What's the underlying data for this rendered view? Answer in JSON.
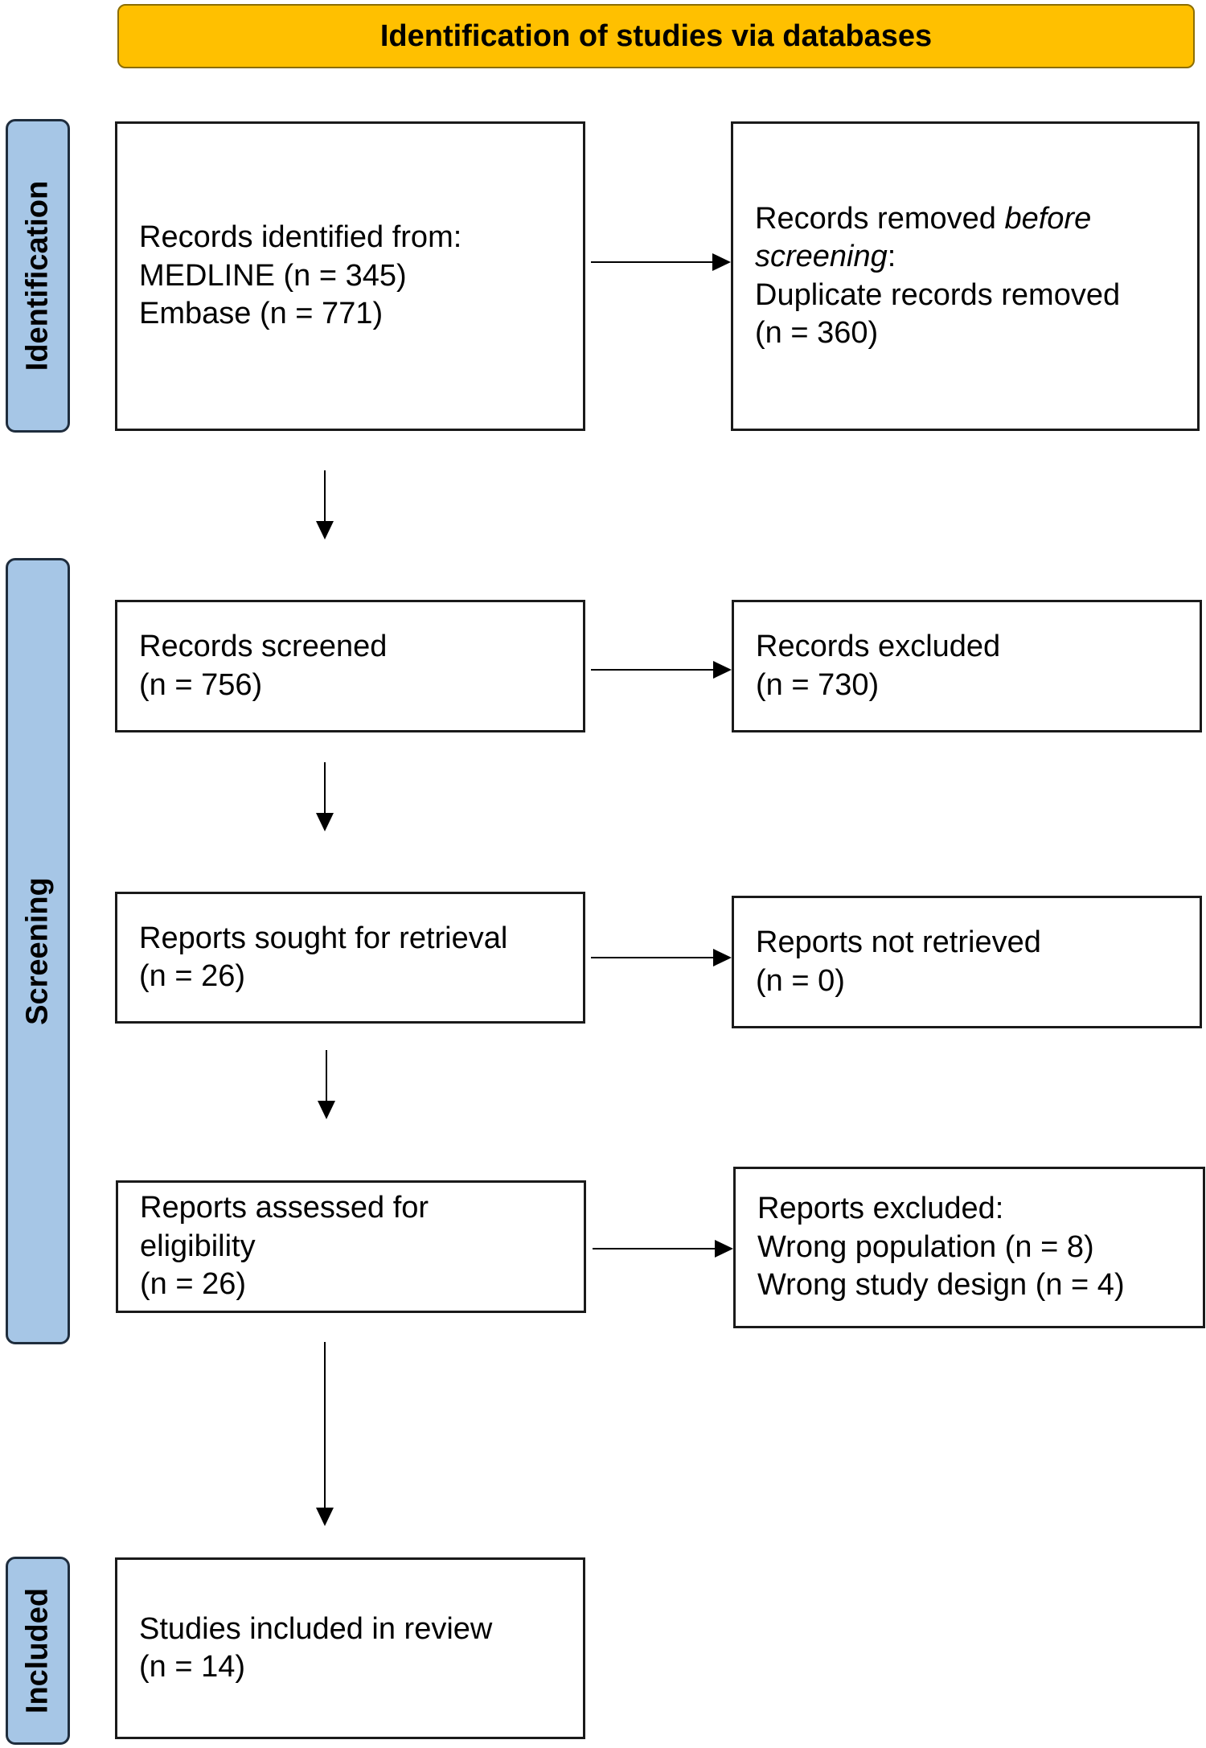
{
  "header": {
    "title": "Identification of studies via databases"
  },
  "phases": {
    "identification": "Identification",
    "screening": "Screening",
    "included": "Included"
  },
  "boxes": {
    "records_identified": {
      "line1": "Records identified from:",
      "line2": "MEDLINE (n = 345)",
      "line3": "Embase (n = 771)"
    },
    "records_removed": {
      "line1_pre": "Records removed ",
      "line1_em": "before",
      "line2_em": "screening",
      "line2_post": ":",
      "line3": "Duplicate records removed",
      "line4": "(n = 360)"
    },
    "records_screened": {
      "line1": "Records screened",
      "line2": "(n = 756)"
    },
    "records_excluded": {
      "line1": "Records excluded",
      "line2": "(n = 730)"
    },
    "reports_sought": {
      "line1": "Reports sought for retrieval",
      "line2": "(n = 26)"
    },
    "reports_not_retrieved": {
      "line1": "Reports not retrieved",
      "line2": "(n = 0)"
    },
    "reports_assessed": {
      "line1": "Reports assessed for",
      "line2": "eligibility",
      "line3": "(n = 26)"
    },
    "reports_excluded": {
      "line1": "Reports excluded:",
      "line2": "Wrong population (n = 8)",
      "line3": "Wrong study design (n = 4)"
    },
    "studies_included": {
      "line1": "Studies included in review",
      "line2": "(n = 14)"
    }
  }
}
